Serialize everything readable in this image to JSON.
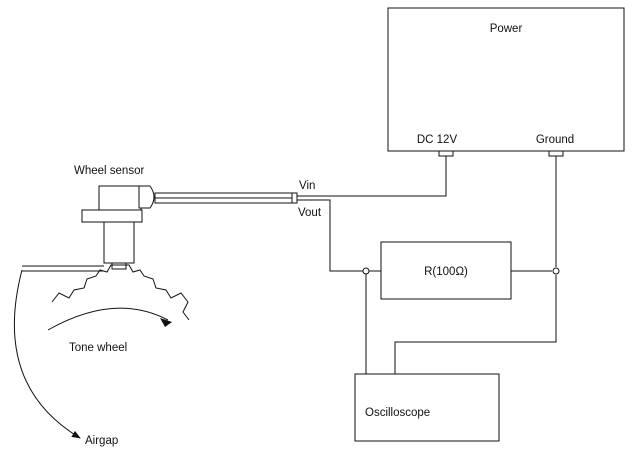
{
  "diagram": {
    "power": {
      "title": "Power",
      "dc_label": "DC 12V",
      "ground_label": "Ground"
    },
    "sensor": {
      "label": "Wheel sensor",
      "vin_label": "Vin",
      "vout_label": "Vout"
    },
    "resistor": {
      "label": "R(100Ω)"
    },
    "oscilloscope": {
      "label": "Oscilloscope"
    },
    "tone_wheel": {
      "label": "Tone wheel"
    },
    "airgap": {
      "label": "Airgap"
    }
  }
}
